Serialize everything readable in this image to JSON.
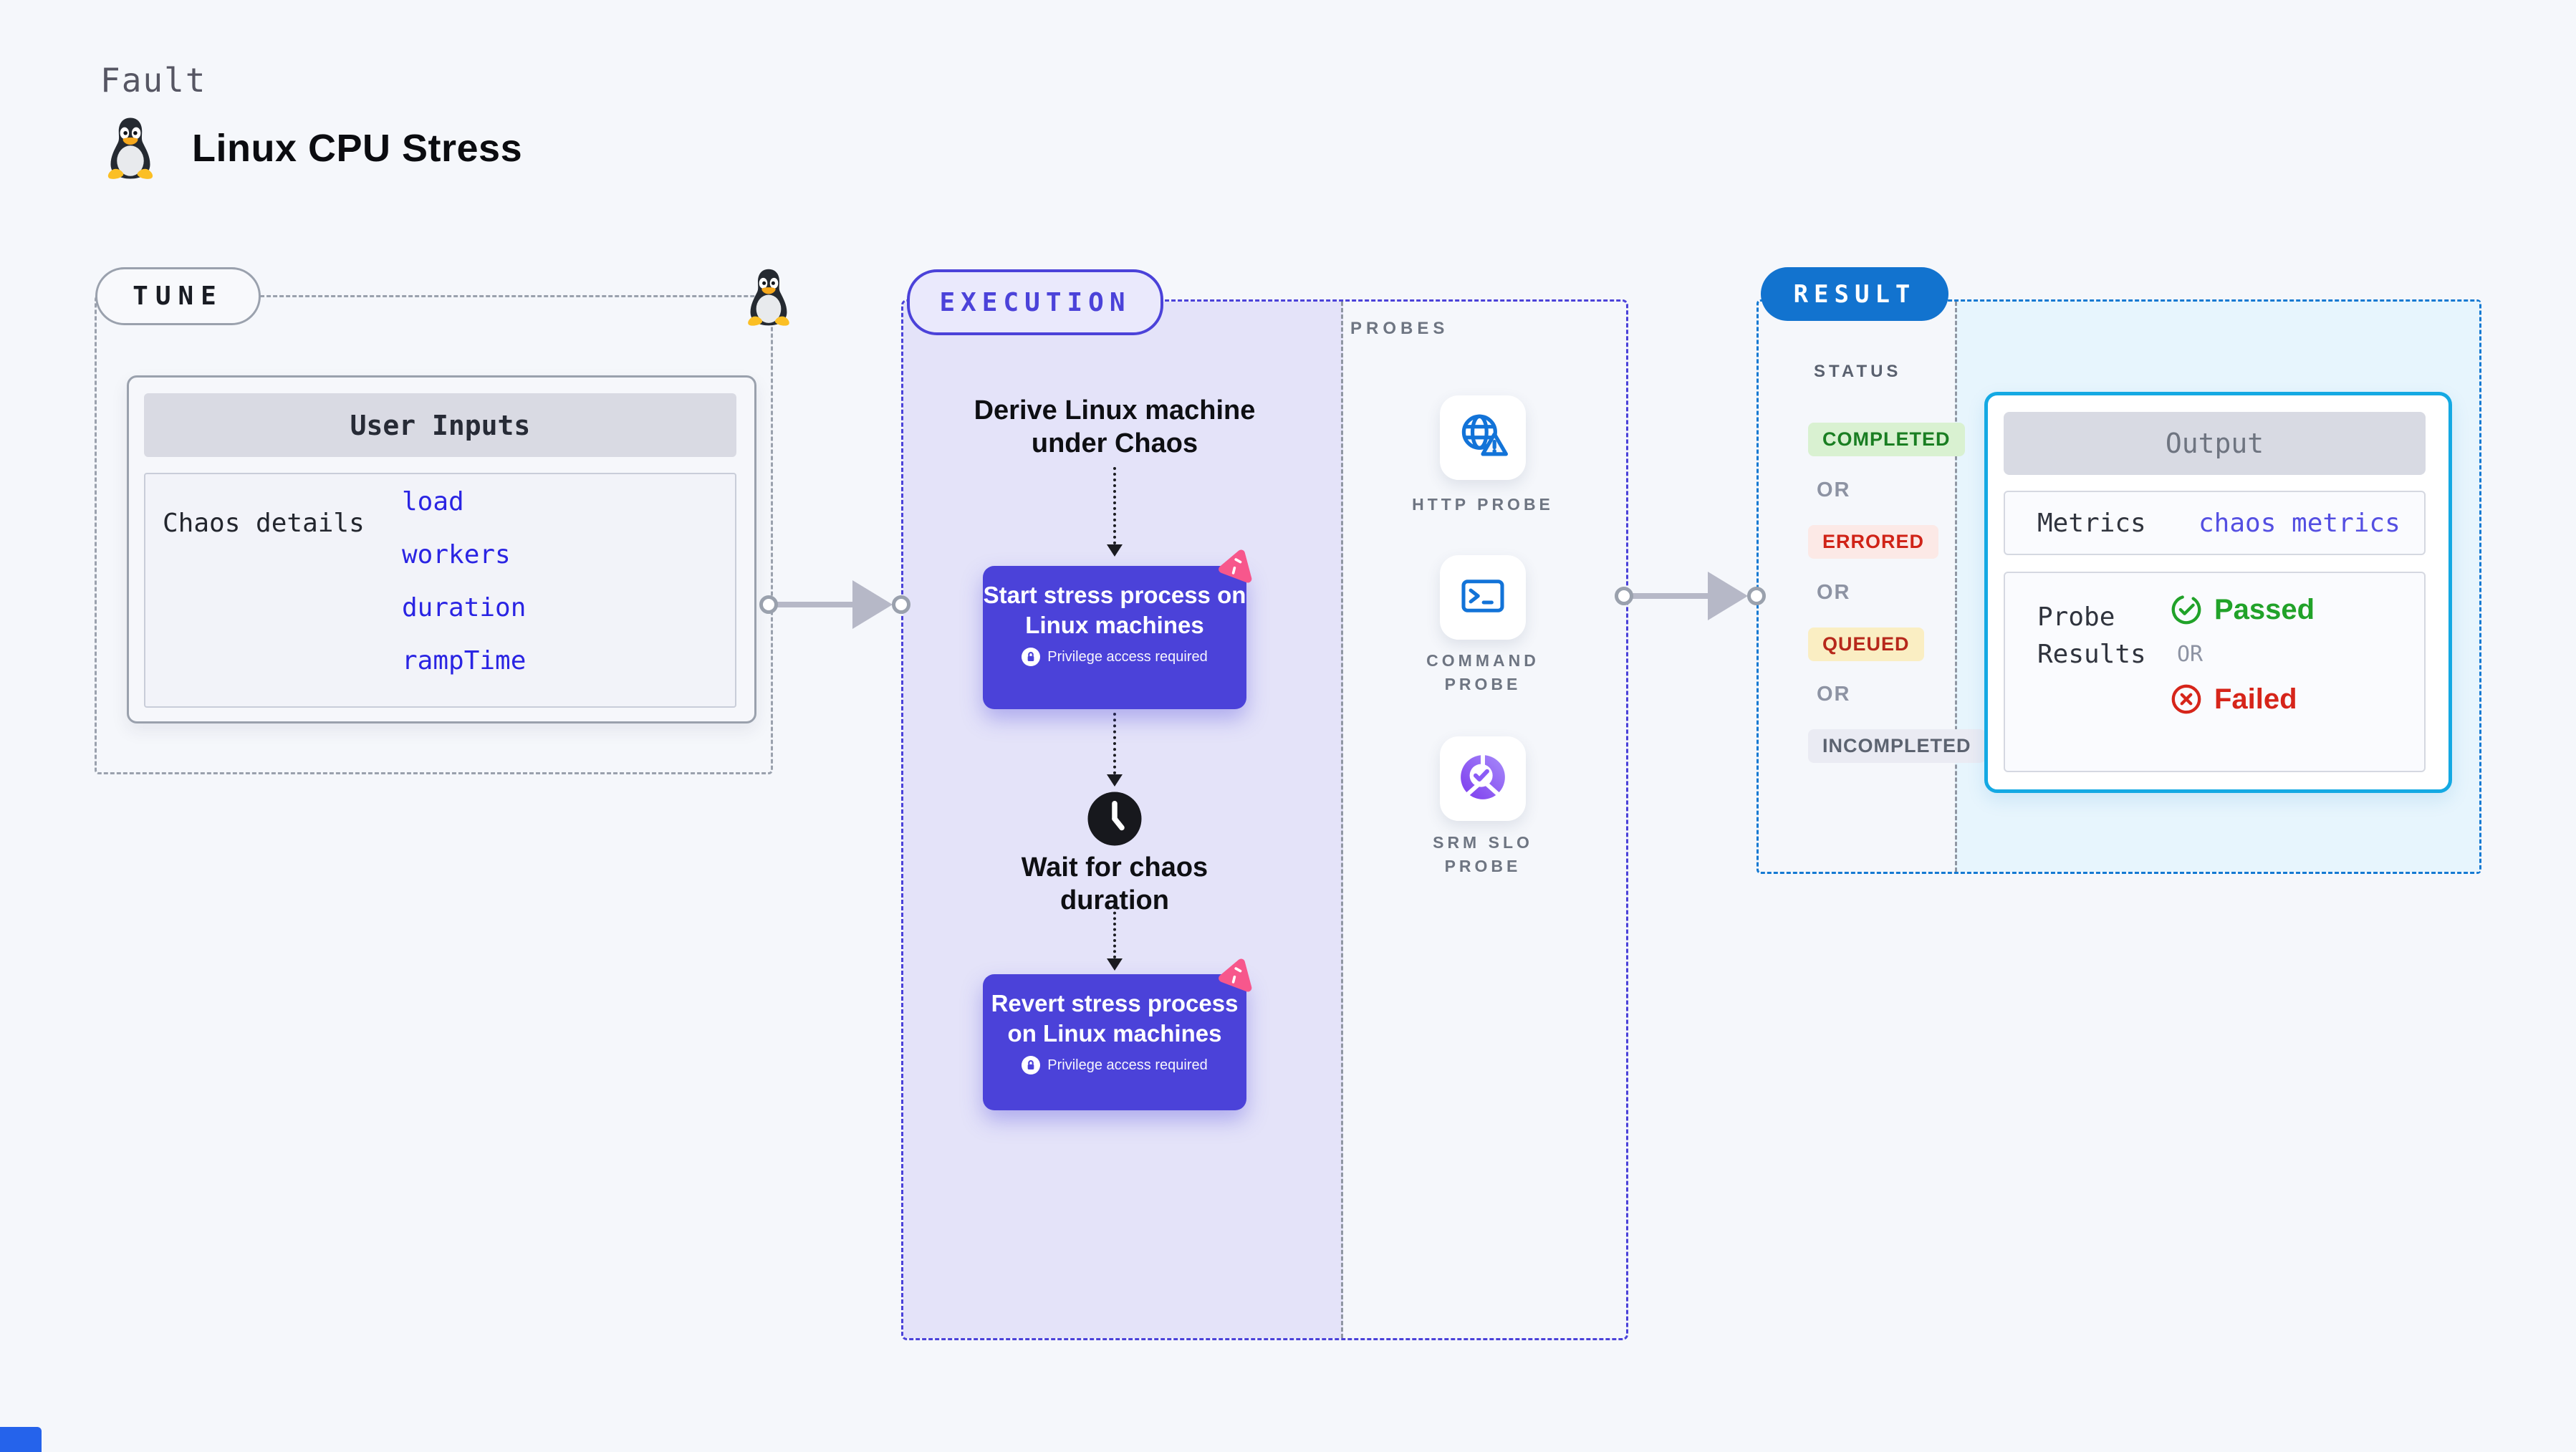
{
  "page": {
    "fault_label": "Fault",
    "title": "Linux CPU Stress"
  },
  "tune": {
    "badge": "TUNE",
    "card_title": "User Inputs",
    "row_label": "Chaos details",
    "inputs": [
      "load",
      "workers",
      "duration",
      "rampTime"
    ]
  },
  "execution": {
    "badge": "EXECUTION",
    "derive_label": "Derive Linux machine under Chaos",
    "start_label": "Start stress process on Linux machines",
    "wait_label": "Wait for chaos duration",
    "revert_label": "Revert stress process on Linux machines",
    "privilege_label": "Privilege access required"
  },
  "probes": {
    "heading": "PROBES",
    "items": [
      {
        "label": "HTTP PROBE",
        "icon": "globe-alert-icon"
      },
      {
        "label": "COMMAND PROBE",
        "icon": "terminal-icon"
      },
      {
        "label": "SRM SLO PROBE",
        "icon": "slo-donut-icon"
      }
    ]
  },
  "result": {
    "badge": "RESULT",
    "status_heading": "STATUS",
    "or_label": "OR",
    "statuses": [
      "COMPLETED",
      "ERRORED",
      "QUEUED",
      "INCOMPLETED"
    ],
    "output": {
      "title": "Output",
      "metrics_label": "Metrics",
      "metrics_value": "chaos metrics",
      "probe_results_label": "Probe Results",
      "passed_label": "Passed",
      "failed_label": "Failed"
    }
  },
  "colors": {
    "accent_indigo": "#4b42d9",
    "accent_blue": "#1273cf",
    "accent_cyan": "#14a9e3",
    "link_blue": "#2a24e3",
    "success_green": "#21a229",
    "error_red": "#d6251a",
    "pink": "#f7578c",
    "lavender_bg": "#e4e3f9",
    "cyan_bg": "#e7f5fd"
  }
}
